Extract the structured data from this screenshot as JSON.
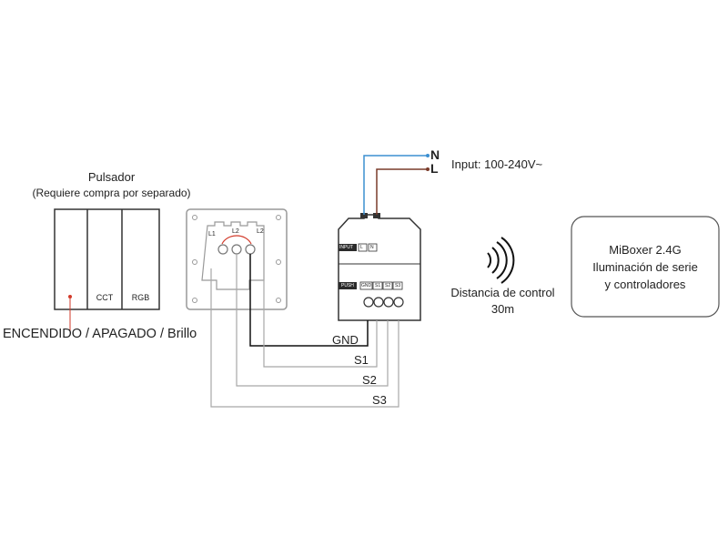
{
  "colors": {
    "neutral_wire": "#3b8fd1",
    "live_wire": "#7a3b2a",
    "gnd_wire": "#111111",
    "signal_wire": "#a8a8a8",
    "outline": "#555555",
    "module_fill": "#2b2b2b",
    "red_marker": "#d23a2a"
  },
  "pushbutton": {
    "title": "Pulsador",
    "subtitle": "(Requiere compra por separado)",
    "key_labels": [
      "",
      "CCT",
      "RGB"
    ],
    "caption": "ENCENDIDO / APAGADO / Brillo"
  },
  "switch_back": {
    "terminals": [
      "L1",
      "L2",
      "L2"
    ]
  },
  "module": {
    "input_label": "INPUT",
    "input_terms": [
      "L",
      "N"
    ],
    "push_label": "PUSH",
    "push_terms": [
      "GND",
      "S1",
      "S2",
      "S3"
    ]
  },
  "power": {
    "n_label": "N",
    "l_label": "L",
    "input_text": "Input: 100-240V~"
  },
  "wires": [
    "GND",
    "S1",
    "S2",
    "S3"
  ],
  "wireless": {
    "line1": "Distancia de control",
    "line2": "30m"
  },
  "miboxer": {
    "line1": "MiBoxer 2.4G",
    "line2": "Iluminación de serie",
    "line3": "y controladores"
  }
}
